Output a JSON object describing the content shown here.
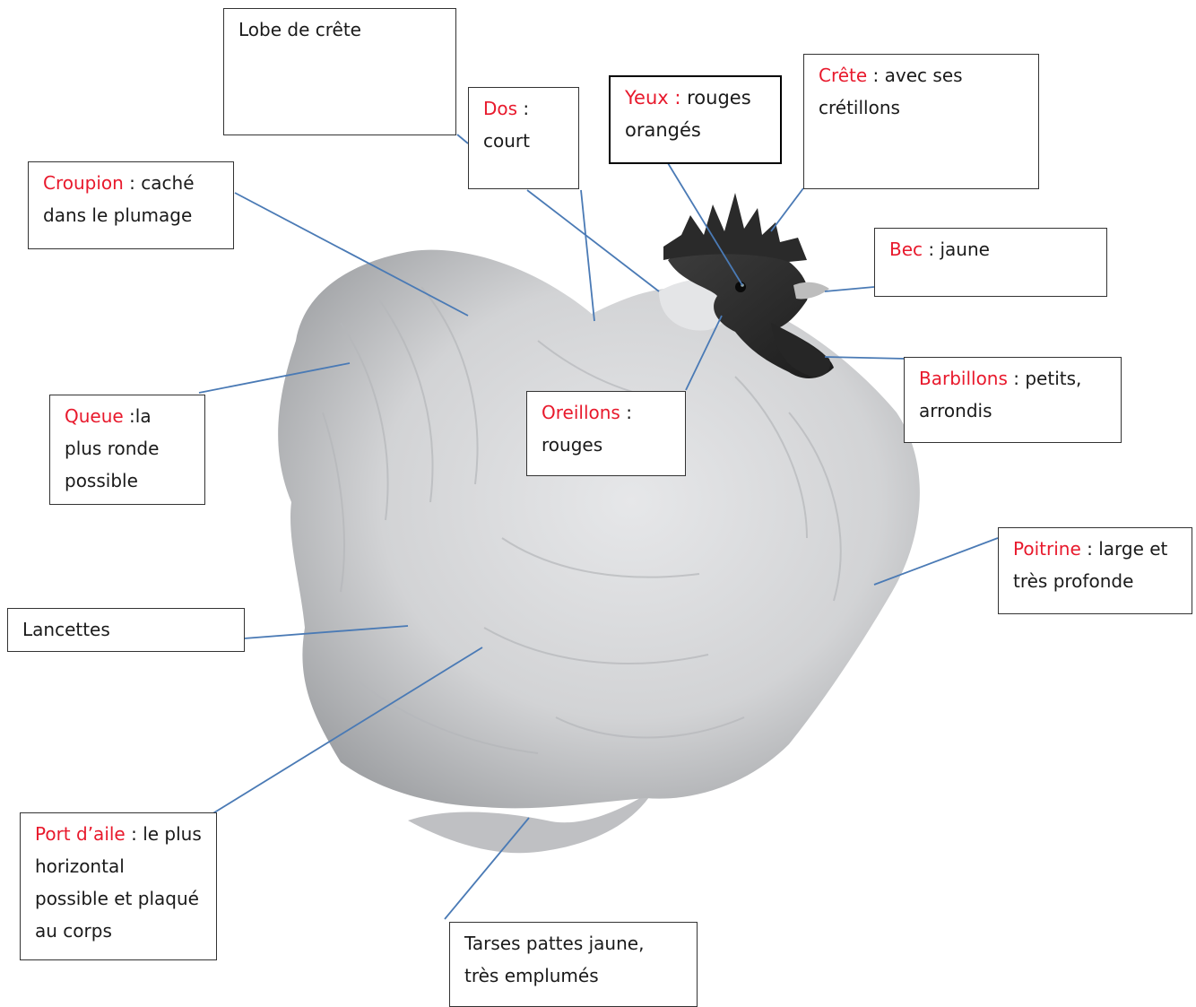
{
  "colors": {
    "term": "#e8192c",
    "text": "#1a1a1a",
    "leader": "#4a7ab5",
    "bird": "#cfd0d2"
  },
  "labels": {
    "lobe": {
      "text": "Lobe de crête"
    },
    "dos": {
      "term": "Dos",
      "rest": " : court"
    },
    "yeux": {
      "term": "Yeux :",
      "rest": " rouges orangés"
    },
    "crete": {
      "term": "Crête",
      "rest": " : avec ses crétillons"
    },
    "croupion": {
      "term": "Croupion",
      "rest": " : caché dans le plumage"
    },
    "bec": {
      "term": "Bec",
      "rest": " : jaune"
    },
    "barbillons": {
      "term": "Barbillons",
      "rest": " : petits, arrondis"
    },
    "queue": {
      "term": "Queue",
      "rest": " :la plus ronde possible"
    },
    "oreillons": {
      "term": "Oreillons",
      "rest": " : rouges"
    },
    "poitrine": {
      "term": "Poitrine",
      "rest": " : large et très profonde"
    },
    "lancettes": {
      "text": "Lancettes"
    },
    "port_aile": {
      "term": "Port d’aile",
      "rest": " : le plus horizontal possible et plaqué au corps"
    },
    "tarses": {
      "text": "Tarses pattes jaune, très emplumés"
    }
  }
}
